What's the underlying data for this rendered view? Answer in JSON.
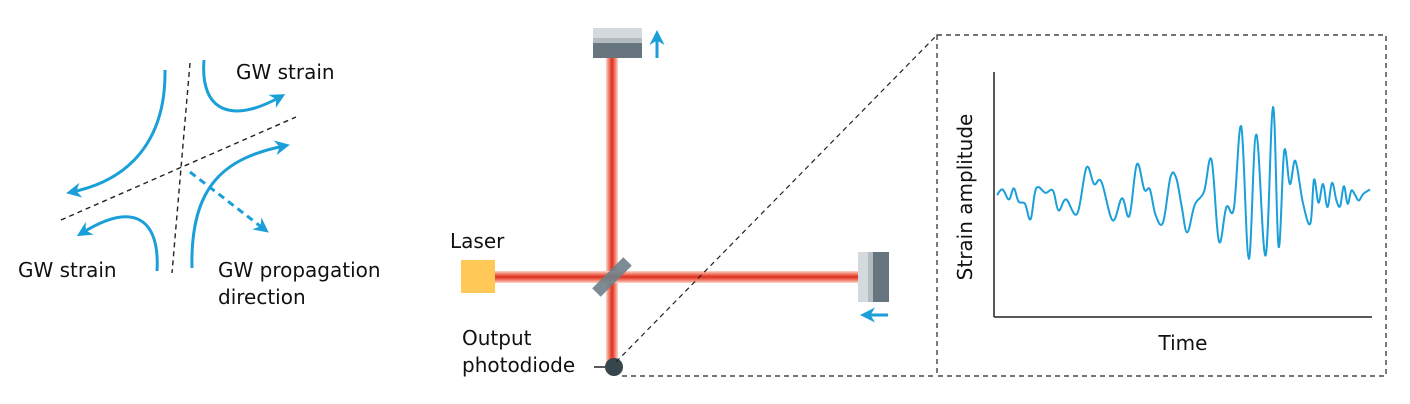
{
  "figure": {
    "title": "Gravitational-wave interferometer detection schematic",
    "colors": {
      "gw_blue": "#1a9fd9",
      "laser_beam": "#e03c2c",
      "laser_beam_glow": "#f6b9a6",
      "laser_source": "#ffc857",
      "mirror_dark": "#67767e",
      "mirror_mid": "#b7bec3",
      "mirror_light": "#d5dadd",
      "photodiode": "#37454d",
      "dashed_line": "#222222",
      "text": "#111111"
    }
  },
  "polarization_panel": {
    "labels": {
      "strain_top": "GW strain",
      "strain_bottom": "GW strain",
      "propagation_line1": "GW propagation",
      "propagation_line2": "direction"
    },
    "icons": {
      "strain_arrows": "curved-arrow-icon",
      "propagation_arrow": "dashed-arrow-icon"
    }
  },
  "interferometer_panel": {
    "labels": {
      "laser": "Laser",
      "output_line1": "Output",
      "output_line2": "photodiode"
    },
    "components": [
      "laser",
      "beam splitter",
      "end mirror (y-arm)",
      "end mirror (x-arm)",
      "output photodiode"
    ],
    "mirror_motion": {
      "y_arm": "up",
      "x_arm": "left"
    }
  },
  "chart_data": {
    "type": "line",
    "title": "",
    "xlabel": "Time",
    "ylabel": "Strain amplitude",
    "grid": false,
    "ticks": false,
    "xlim": [
      0,
      100
    ],
    "ylim": [
      -1,
      1
    ],
    "series": [
      {
        "name": "strain",
        "x": [
          0,
          1.5,
          3.2,
          4.5,
          5.8,
          7.5,
          9,
          10.5,
          13,
          15,
          16.5,
          18.5,
          21.5,
          24,
          26,
          28,
          31,
          33.5,
          35.5,
          37.5,
          39.5,
          41,
          42.5,
          44.5,
          46.5,
          48,
          49.5,
          51,
          53,
          55.5,
          57.5,
          59.5,
          61.5,
          63.5,
          65.5,
          67.5,
          69.5,
          72,
          74,
          75.5,
          77,
          78.5,
          80,
          82,
          84,
          85,
          86.2,
          87.4,
          88.6,
          89.8,
          91,
          92,
          93,
          94,
          95,
          96,
          97,
          98.2,
          100
        ],
        "y": [
          0.0,
          0.05,
          -0.04,
          0.06,
          -0.06,
          -0.08,
          -0.22,
          0.06,
          0.02,
          0.04,
          -0.14,
          -0.04,
          -0.17,
          0.25,
          0.1,
          0.12,
          -0.23,
          -0.03,
          -0.19,
          0.28,
          0.05,
          0.05,
          -0.18,
          -0.25,
          0.16,
          0.16,
          -0.1,
          -0.34,
          -0.09,
          0.03,
          0.32,
          -0.42,
          -0.11,
          -0.12,
          0.62,
          -0.58,
          0.55,
          -0.55,
          0.8,
          -0.47,
          0.4,
          0.1,
          0.31,
          -0.07,
          -0.26,
          0.14,
          -0.07,
          0.1,
          -0.11,
          0.11,
          -0.05,
          -0.1,
          0.08,
          -0.08,
          0.04,
          0.0,
          -0.05,
          0.01,
          0.05
        ],
        "color": "#1a9fd9"
      }
    ]
  }
}
